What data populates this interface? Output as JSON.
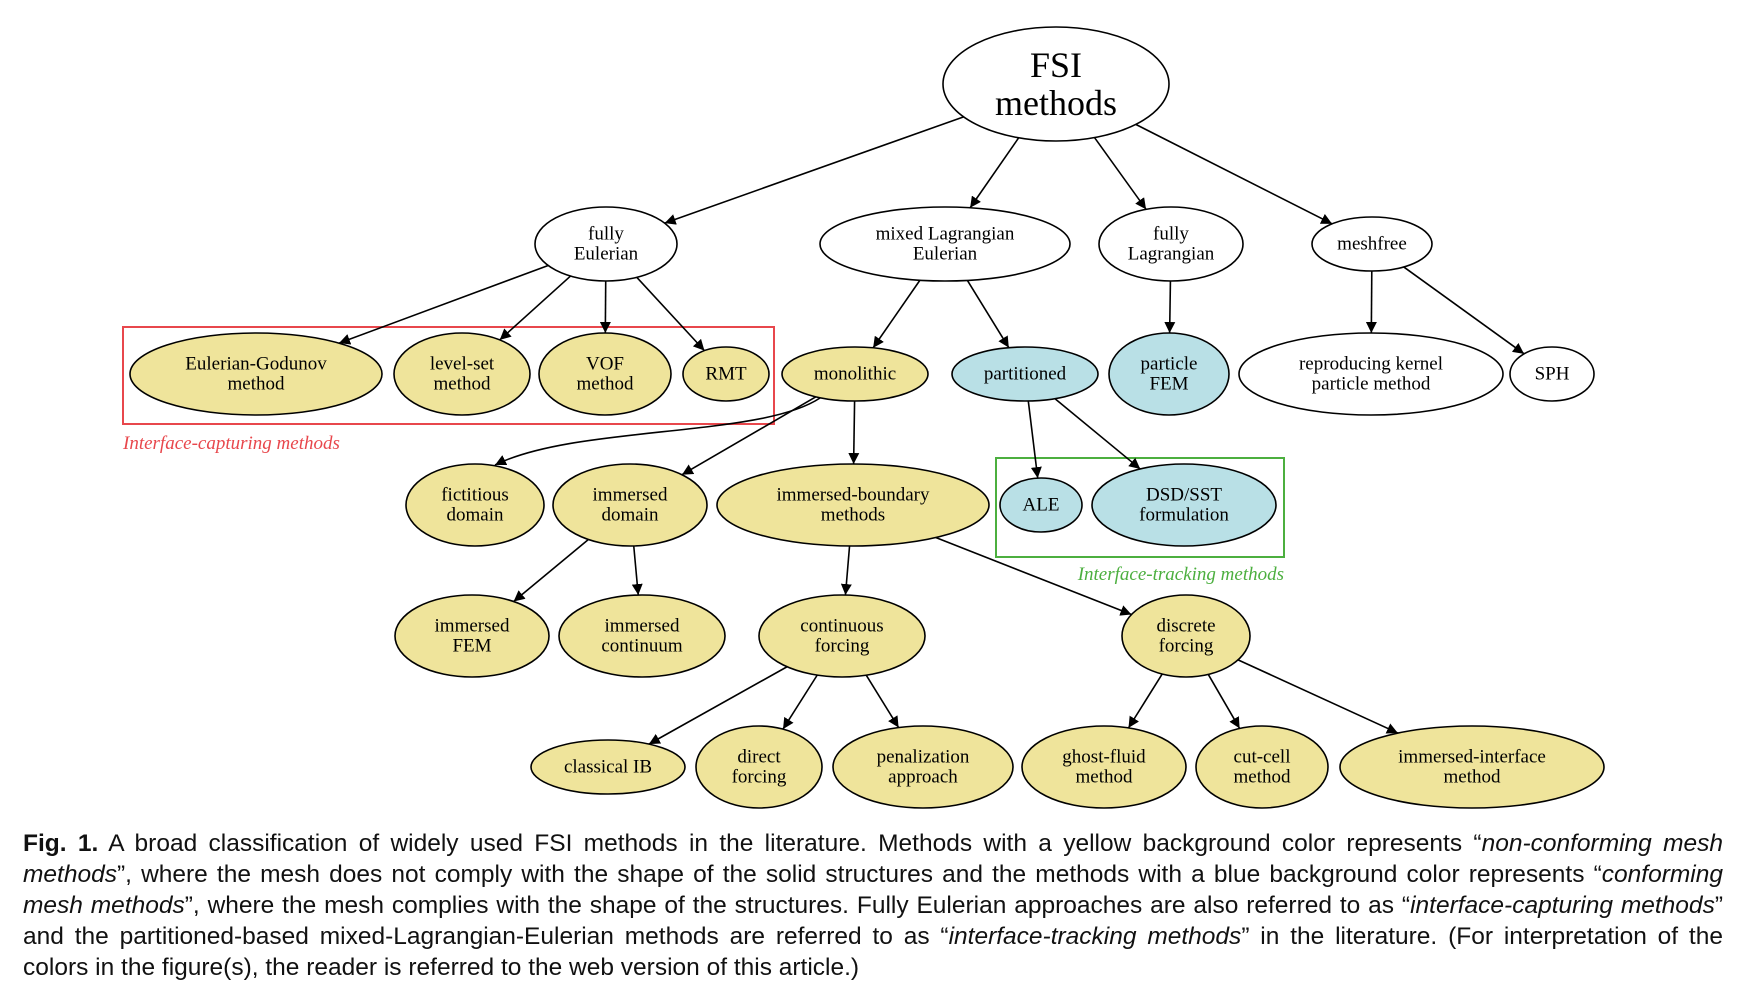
{
  "colors": {
    "yellow_fill": "#efe49b",
    "blue_fill": "#b9e0e6",
    "white_fill": "#ffffff",
    "capturing_box": "#e8474c",
    "tracking_box": "#4caf3f"
  },
  "groups": {
    "capturing": {
      "label": "Interface-capturing methods"
    },
    "tracking": {
      "label": "Interface-tracking methods"
    }
  },
  "nodes": {
    "fsi": {
      "lines": [
        "FSI",
        "methods"
      ],
      "fill": "white"
    },
    "fully_eulerian": {
      "lines": [
        "fully",
        "Eulerian"
      ],
      "fill": "white"
    },
    "mixed_le": {
      "lines": [
        "mixed Lagrangian",
        "Eulerian"
      ],
      "fill": "white"
    },
    "fully_lagrangian": {
      "lines": [
        "fully",
        "Lagrangian"
      ],
      "fill": "white"
    },
    "meshfree": {
      "lines": [
        "meshfree"
      ],
      "fill": "white"
    },
    "eulerian_godunov": {
      "lines": [
        "Eulerian-Godunov",
        "method"
      ],
      "fill": "yellow"
    },
    "level_set": {
      "lines": [
        "level-set",
        "method"
      ],
      "fill": "yellow"
    },
    "vof": {
      "lines": [
        "VOF",
        "method"
      ],
      "fill": "yellow"
    },
    "rmt": {
      "lines": [
        "RMT"
      ],
      "fill": "yellow"
    },
    "monolithic": {
      "lines": [
        "monolithic"
      ],
      "fill": "yellow"
    },
    "partitioned": {
      "lines": [
        "partitioned"
      ],
      "fill": "blue"
    },
    "particle_fem": {
      "lines": [
        "particle",
        "FEM"
      ],
      "fill": "blue"
    },
    "rkpm": {
      "lines": [
        "reproducing kernel",
        "particle method"
      ],
      "fill": "white"
    },
    "sph": {
      "lines": [
        "SPH"
      ],
      "fill": "white"
    },
    "fictitious": {
      "lines": [
        "fictitious",
        "domain"
      ],
      "fill": "yellow"
    },
    "immersed_domain": {
      "lines": [
        "immersed",
        "domain"
      ],
      "fill": "yellow"
    },
    "ibm": {
      "lines": [
        "immersed-boundary",
        "methods"
      ],
      "fill": "yellow"
    },
    "ale": {
      "lines": [
        "ALE"
      ],
      "fill": "blue"
    },
    "dsd": {
      "lines": [
        "DSD/SST",
        "formulation"
      ],
      "fill": "blue"
    },
    "immersed_fem": {
      "lines": [
        "immersed",
        "FEM"
      ],
      "fill": "yellow"
    },
    "immersed_continuum": {
      "lines": [
        "immersed",
        "continuum"
      ],
      "fill": "yellow"
    },
    "continuous_forcing": {
      "lines": [
        "continuous",
        "forcing"
      ],
      "fill": "yellow"
    },
    "discrete_forcing": {
      "lines": [
        "discrete",
        "forcing"
      ],
      "fill": "yellow"
    },
    "classical_ib": {
      "lines": [
        "classical IB"
      ],
      "fill": "yellow"
    },
    "direct_forcing": {
      "lines": [
        "direct",
        "forcing"
      ],
      "fill": "yellow"
    },
    "penalization": {
      "lines": [
        "penalization",
        "approach"
      ],
      "fill": "yellow"
    },
    "ghost_fluid": {
      "lines": [
        "ghost-fluid",
        "method"
      ],
      "fill": "yellow"
    },
    "cut_cell": {
      "lines": [
        "cut-cell",
        "method"
      ],
      "fill": "yellow"
    },
    "iim": {
      "lines": [
        "immersed-interface",
        "method"
      ],
      "fill": "yellow"
    }
  },
  "edges": [
    [
      "fsi",
      "fully_eulerian"
    ],
    [
      "fsi",
      "mixed_le"
    ],
    [
      "fsi",
      "fully_lagrangian"
    ],
    [
      "fsi",
      "meshfree"
    ],
    [
      "fully_eulerian",
      "eulerian_godunov"
    ],
    [
      "fully_eulerian",
      "level_set"
    ],
    [
      "fully_eulerian",
      "vof"
    ],
    [
      "fully_eulerian",
      "rmt"
    ],
    [
      "mixed_le",
      "monolithic"
    ],
    [
      "mixed_le",
      "partitioned"
    ],
    [
      "fully_lagrangian",
      "particle_fem"
    ],
    [
      "meshfree",
      "rkpm"
    ],
    [
      "meshfree",
      "sph"
    ],
    [
      "monolithic",
      "fictitious"
    ],
    [
      "monolithic",
      "immersed_domain"
    ],
    [
      "monolithic",
      "ibm"
    ],
    [
      "partitioned",
      "ale"
    ],
    [
      "partitioned",
      "dsd"
    ],
    [
      "immersed_domain",
      "immersed_fem"
    ],
    [
      "immersed_domain",
      "immersed_continuum"
    ],
    [
      "ibm",
      "continuous_forcing"
    ],
    [
      "ibm",
      "discrete_forcing"
    ],
    [
      "continuous_forcing",
      "classical_ib"
    ],
    [
      "continuous_forcing",
      "direct_forcing"
    ],
    [
      "continuous_forcing",
      "penalization"
    ],
    [
      "discrete_forcing",
      "ghost_fluid"
    ],
    [
      "discrete_forcing",
      "cut_cell"
    ],
    [
      "discrete_forcing",
      "iim"
    ]
  ],
  "caption": {
    "label": "Fig. 1.",
    "parts": [
      {
        "t": " A broad classification of widely used FSI methods in the literature. Methods with a yellow background color represents “",
        "i": false
      },
      {
        "t": "non-conforming mesh methods",
        "i": true
      },
      {
        "t": "”, where the mesh does not comply with the shape of the solid structures and the methods with a blue background color represents “",
        "i": false
      },
      {
        "t": "conforming mesh methods",
        "i": true
      },
      {
        "t": "”, where the mesh complies with the shape of the structures. Fully Eulerian approaches are also referred to as “",
        "i": false
      },
      {
        "t": "interface-capturing methods",
        "i": true
      },
      {
        "t": "” and the partitioned-based mixed-Lagrangian-Eulerian methods are referred to as “",
        "i": false
      },
      {
        "t": "interface-tracking methods",
        "i": true
      },
      {
        "t": "” in the literature. (For interpretation of the colors in the figure(s), the reader is referred to the web version of this article.)",
        "i": false
      }
    ]
  }
}
